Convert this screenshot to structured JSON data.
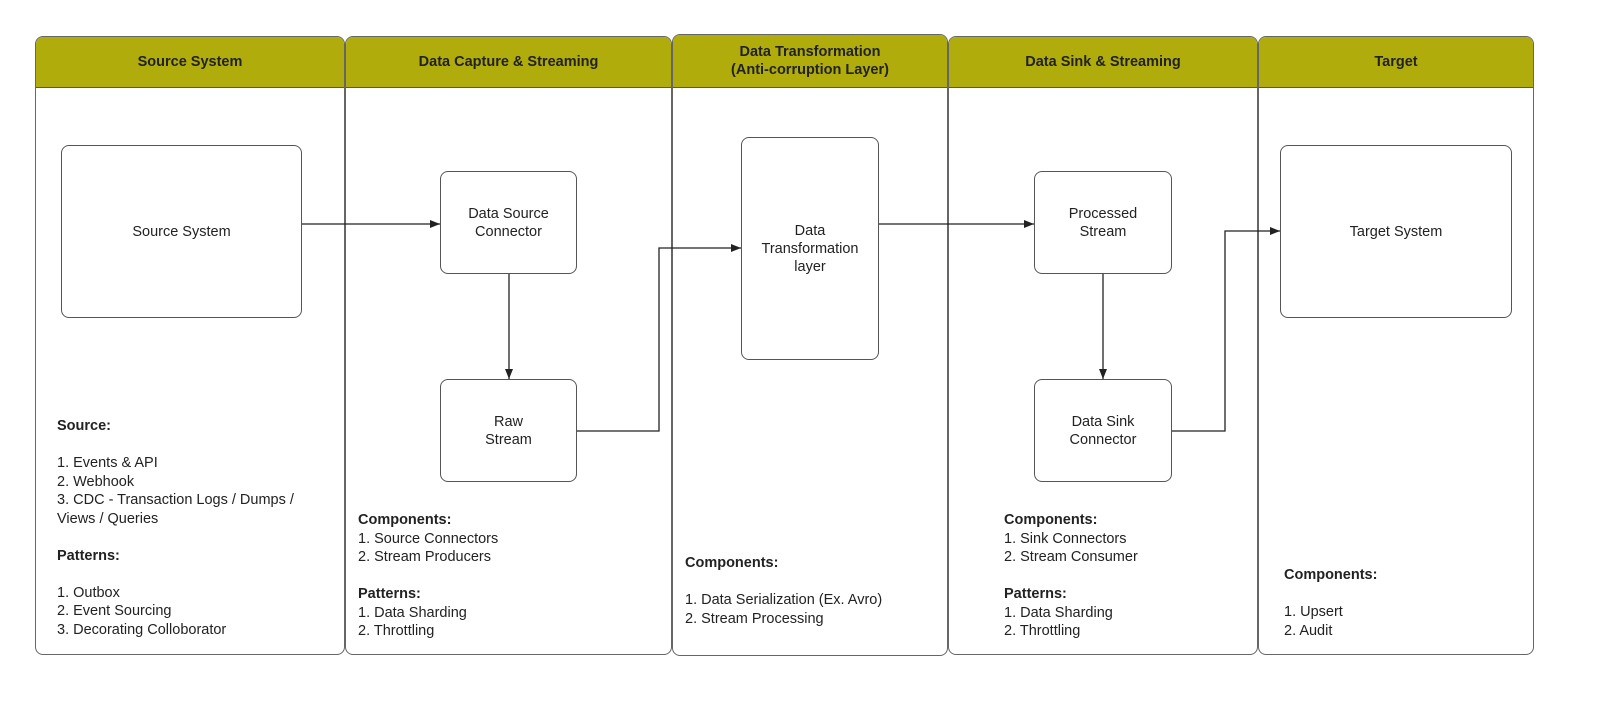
{
  "lanes": [
    {
      "title": "Source System"
    },
    {
      "title": "Data Capture & Streaming"
    },
    {
      "title_line1": "Data Transformation",
      "title_line2": "(Anti-corruption Layer)"
    },
    {
      "title": "Data Sink & Streaming"
    },
    {
      "title": "Target"
    }
  ],
  "boxes": {
    "source_system": "Source System",
    "data_source_connector_1": "Data Source",
    "data_source_connector_2": "Connector",
    "raw_stream_1": "Raw",
    "raw_stream_2": "Stream",
    "transformation_1": "Data",
    "transformation_2": "Transformation",
    "transformation_3": "layer",
    "processed_stream_1": "Processed",
    "processed_stream_2": "Stream",
    "sink_connector_1": "Data Sink",
    "sink_connector_2": "Connector",
    "target_system": "Target System"
  },
  "notes": {
    "source": {
      "source_heading": "Source:",
      "source_items": [
        "1. Events & API",
        "2. Webhook",
        "3. CDC - Transaction Logs / Dumps /",
        "Views / Queries"
      ],
      "patterns_heading": "Patterns:",
      "patterns_items": [
        "1. Outbox",
        "2. Event Sourcing",
        "3. Decorating Colloborator"
      ]
    },
    "capture": {
      "components_heading": "Components:",
      "components_items": [
        "1. Source Connectors",
        "2. Stream Producers"
      ],
      "patterns_heading": "Patterns:",
      "patterns_items": [
        "1. Data Sharding",
        "2. Throttling"
      ]
    },
    "transformation": {
      "components_heading": "Components:",
      "components_items": [
        "1. Data Serialization (Ex. Avro)",
        "2. Stream Processing"
      ]
    },
    "sink": {
      "components_heading": "Components:",
      "components_items": [
        "1. Sink Connectors",
        "2. Stream Consumer"
      ],
      "patterns_heading": "Patterns:",
      "patterns_items": [
        "1. Data Sharding",
        "2. Throttling"
      ]
    },
    "target": {
      "components_heading": "Components:",
      "components_items": [
        "1. Upsert",
        "2. Audit"
      ]
    }
  },
  "colors": {
    "header": "#b0ac0c",
    "stroke": "#555555"
  }
}
